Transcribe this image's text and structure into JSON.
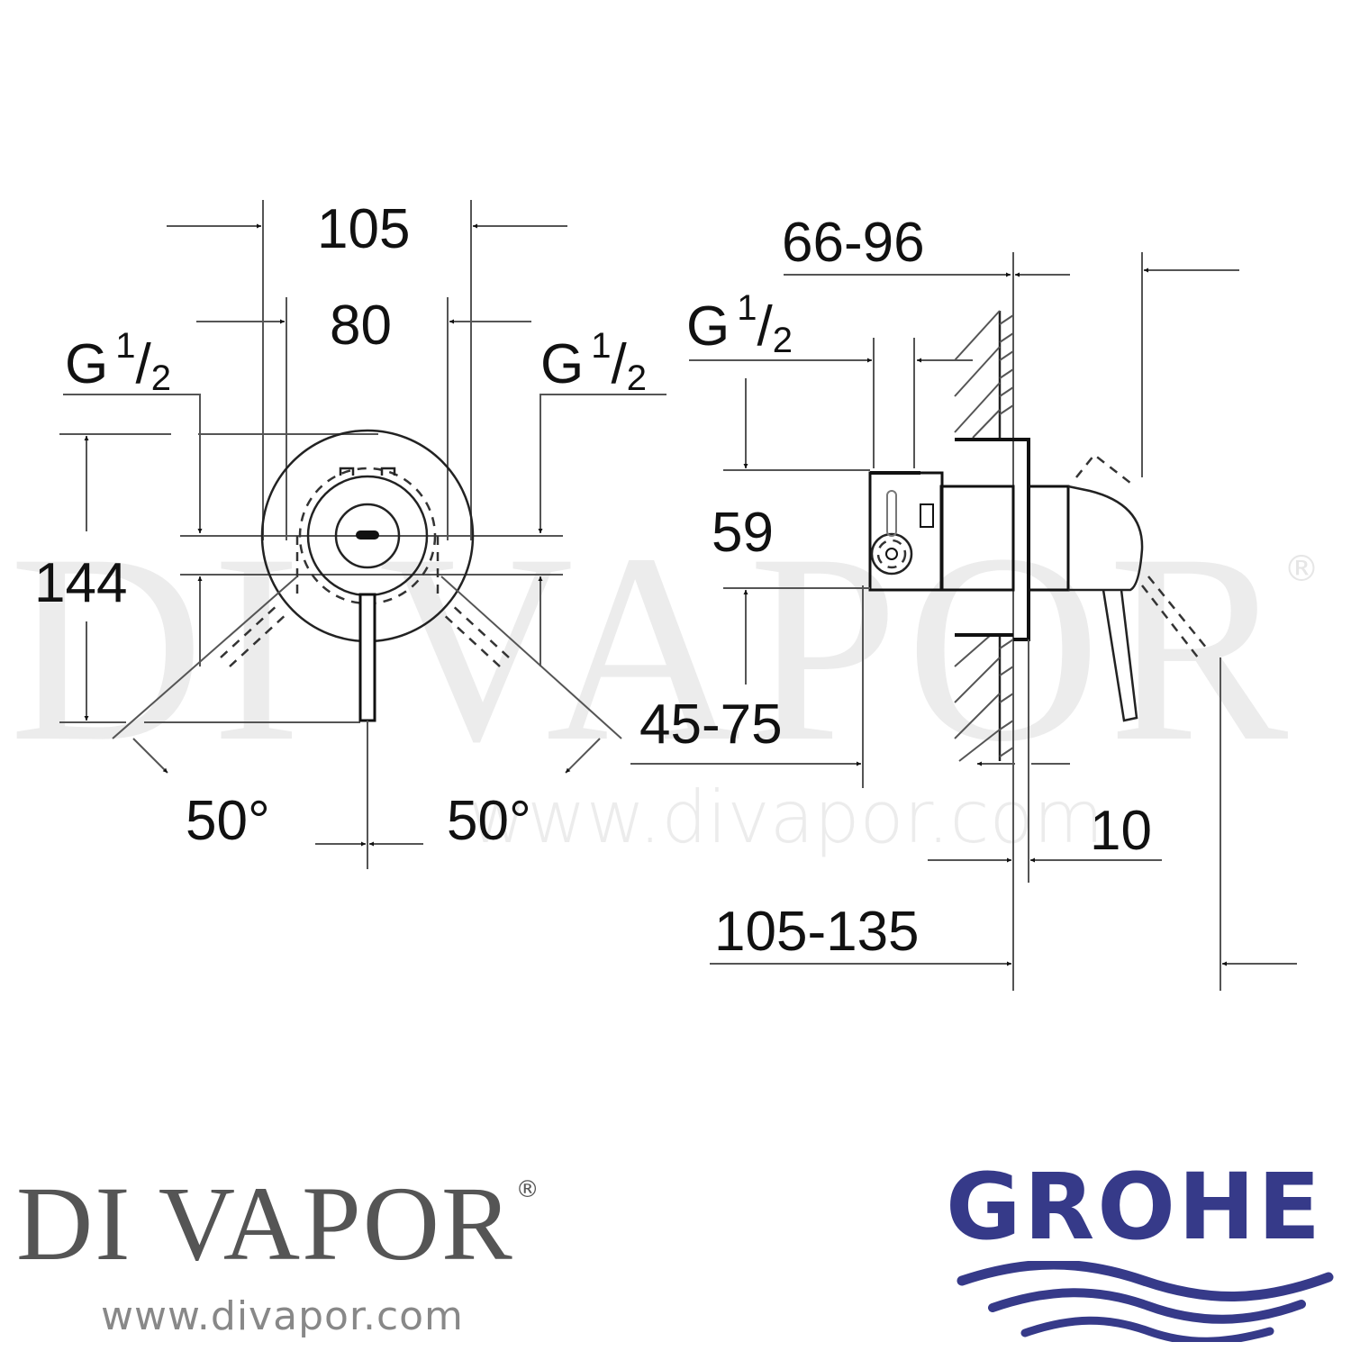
{
  "watermark": {
    "big_text": "DI VAPOR",
    "registered": "®",
    "url": "www.divapor.com"
  },
  "front_view": {
    "dim_width_outer": "105",
    "dim_width_inner": "80",
    "thread_left": {
      "base": "G",
      "num": "1",
      "den": "2"
    },
    "thread_right": {
      "base": "G",
      "num": "1",
      "den": "2"
    },
    "dim_height": "144",
    "angle_left": "50°",
    "angle_right": "50°"
  },
  "side_view": {
    "dim_top": "66-96",
    "thread": {
      "base": "G",
      "num": "1",
      "den": "2"
    },
    "dim_59": "59",
    "dim_45_75": "45-75",
    "dim_10": "10",
    "dim_105_135": "105-135"
  },
  "branding": {
    "divapor_logo": "DI VAPOR",
    "divapor_reg": "®",
    "divapor_url": "www.divapor.com",
    "grohe_logo": "GROHE",
    "grohe_color": "#363a89"
  }
}
